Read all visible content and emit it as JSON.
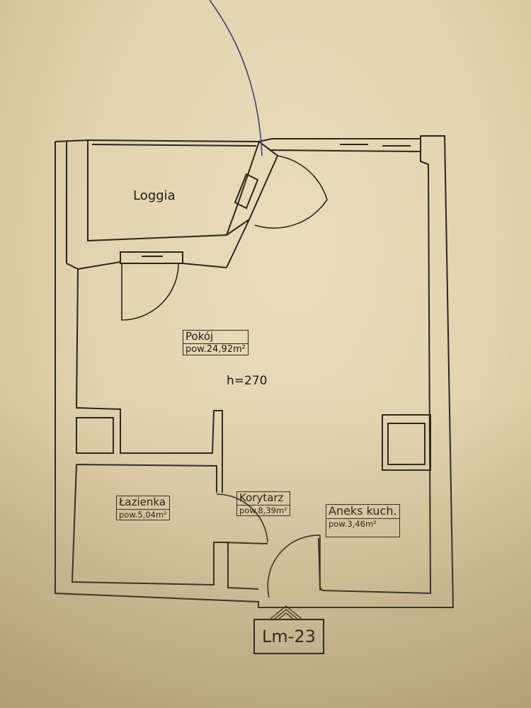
{
  "rooms": {
    "loggia": {
      "name": "Loggia"
    },
    "pokoj": {
      "name": "Pokój",
      "area": "pow.24,92m²",
      "height": "h=270"
    },
    "lazienka": {
      "name": "Łazienka",
      "area": "pow.5,04m²"
    },
    "korytarz": {
      "name": "Korytarz",
      "area": "pow.8,39m²"
    },
    "aneks": {
      "name": "Aneks kuch.",
      "area": "pow.3,46m²"
    }
  },
  "unit": {
    "code": "Lm-23"
  },
  "colors": {
    "paper": "#e2d2ad",
    "ink": "#2b2520",
    "blue_line": "#3c3f80"
  },
  "icons": [
    "entrance-arrow-icon"
  ]
}
